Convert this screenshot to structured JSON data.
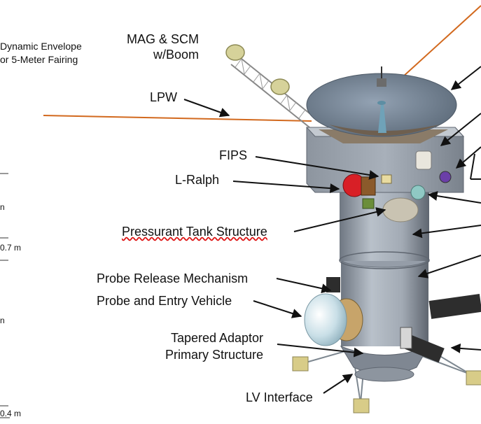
{
  "labels": {
    "envelope_line1": "Dynamic Envelope",
    "envelope_line2": "or 5-Meter Fairing",
    "mag_line1": "MAG & SCM",
    "mag_line2": "w/Boom",
    "lpw": "LPW",
    "fips": "FIPS",
    "lralph": "L-Ralph",
    "pressurant": "Pressurant Tank Structure",
    "probe_release": "Probe Release Mechanism",
    "probe_entry": "Probe and Entry Vehicle",
    "tapered_line1": "Tapered Adaptor",
    "tapered_line2": "Primary Structure",
    "lv_interface": "LV Interface"
  },
  "dimensions": {
    "d1": "0.7 m",
    "d2": "0.4 m",
    "m1": "n",
    "m2": "n"
  },
  "colors": {
    "body": "#a9b1bb",
    "body_dark": "#7f8792",
    "dish": "#7d8c9c",
    "boom_wire": "#d2691e",
    "leader": "#111111",
    "red_instrument": "#d81f26",
    "probe_shell": "#cfe3ea",
    "probe_backshell": "#c7a46a",
    "foot": "#d8cc88"
  }
}
